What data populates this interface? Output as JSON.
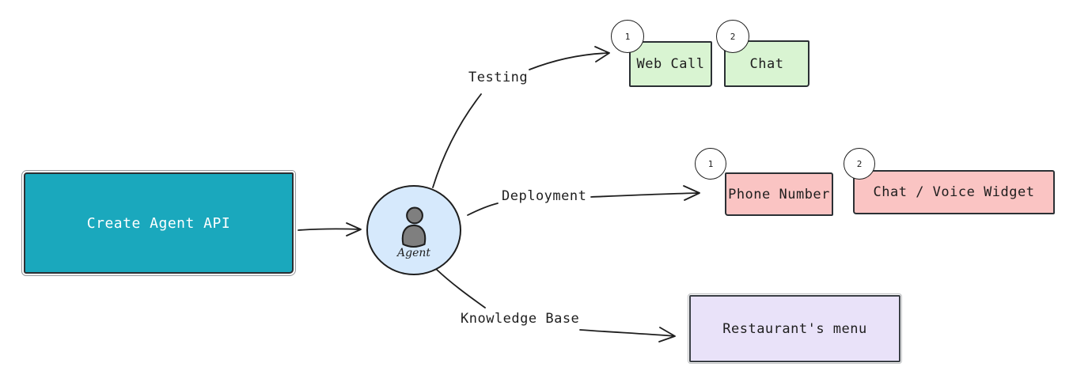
{
  "diagram": {
    "start": {
      "label": "Create Agent API"
    },
    "agent": {
      "label": "Agent"
    },
    "branches": [
      {
        "label": "Testing",
        "targets": [
          {
            "badge": "1",
            "label": "Web Call"
          },
          {
            "badge": "2",
            "label": "Chat"
          }
        ]
      },
      {
        "label": "Deployment",
        "targets": [
          {
            "badge": "1",
            "label": "Phone Number"
          },
          {
            "badge": "2",
            "label": "Chat / Voice Widget"
          }
        ]
      },
      {
        "label": "Knowledge Base",
        "targets": [
          {
            "label": "Restaurant's menu"
          }
        ]
      }
    ],
    "colors": {
      "start_fill": "#1aa8bd",
      "agent_fill": "#d6e9fc",
      "testing_fill": "#d9f4d2",
      "deployment_fill": "#fac4c3",
      "knowledge_fill": "#e9e2f9",
      "stroke": "#1e1e1e",
      "badge_fill": "#ffffff",
      "person_icon_fill": "#7f7f7f"
    }
  }
}
